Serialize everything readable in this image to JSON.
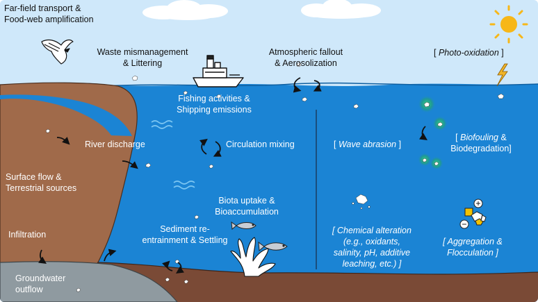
{
  "labels": {
    "far_field": [
      "Far-field transport &",
      "Food-web amplification"
    ],
    "waste": [
      "Waste mismanagement",
      "& Littering"
    ],
    "atmospheric": [
      "Atmospheric fallout",
      "& Aerosolization"
    ],
    "photo_oxidation": {
      "open": "[ ",
      "text": "Photo-oxidation",
      "close": " ]"
    },
    "fishing": [
      "Fishing activities &",
      "Shipping emissions"
    ],
    "river": "River discharge",
    "circulation": "Circulation mixing",
    "wave_abrasion": {
      "open": "[ ",
      "text": "Wave abrasion",
      "close": " ]"
    },
    "biofouling": {
      "l1_open": "[ ",
      "l1_text": "Biofouling",
      "l1_rest": " &",
      "l2": "Biodegradation]"
    },
    "surface_flow": [
      "Surface flow &",
      "Terrestrial sources"
    ],
    "biota": [
      "Biota uptake &",
      "Bioaccumulation"
    ],
    "infiltration": "Infiltration",
    "sediment": [
      "Sediment re-",
      "entrainment & Settling"
    ],
    "chemical": [
      "[ Chemical alteration",
      "(e.g., oxidants,",
      "salinity, pH, additive",
      "leaching, etc.) ]"
    ],
    "aggregation": [
      "[ Aggregation &",
      "Flocculation ]"
    ],
    "groundwater": [
      "Groundwater",
      "outflow"
    ]
  },
  "colors": {
    "sky": "#cfe8fa",
    "ocean": "#1b84d4",
    "ocean_deep": "#1f7fcf",
    "land": "#a06a4a",
    "land_outline": "#4a2e1e",
    "seabed": "#7a4a36",
    "groundwater": "#8f9aa0",
    "sun": "#f7b718",
    "bolt": "#f0b429",
    "particle_glow": "#2fb36b"
  },
  "icons": {
    "bird": "bird-icon",
    "sun": "sun-icon",
    "ship": "ship-icon",
    "bolt": "lightning-bolt-icon",
    "fish": "fish-icon",
    "coral": "coral-icon",
    "waves": "waves-icon",
    "particle": "microplastic-particle-icon",
    "arrow": "curved-arrow-icon",
    "cloud": "cloud-icon"
  }
}
